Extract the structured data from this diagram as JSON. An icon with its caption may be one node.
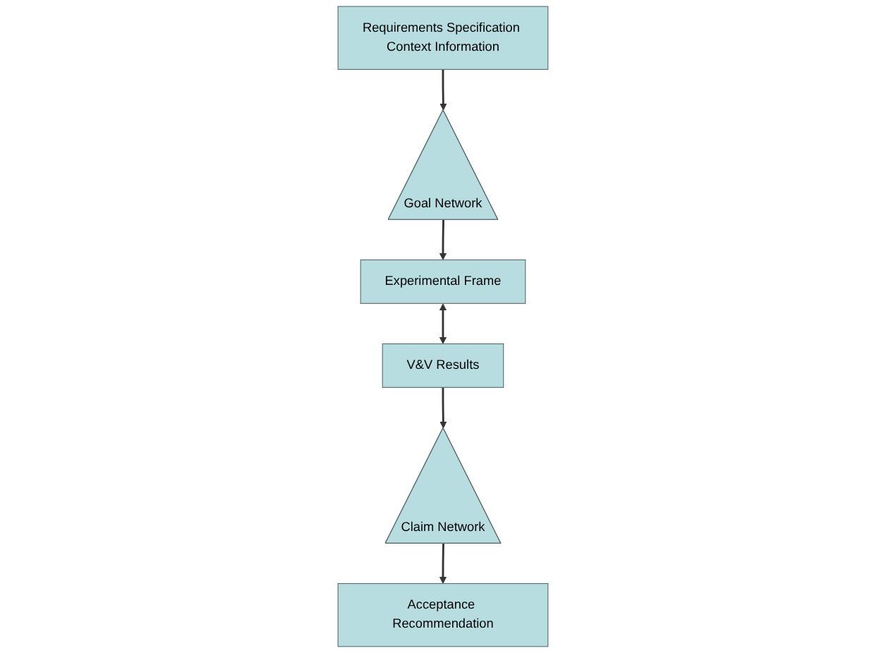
{
  "diagram": {
    "nodes": [
      {
        "text": [
          "Requirements Specification Context Information"
        ]
      },
      {
        "text": [
          "Acceptance Recommendation"
        ]
      },
      {
        "text": [
          "Goal Network"
        ]
      },
      {
        "text": [
          "Claim Network"
        ]
      },
      {
        "text": [
          "Experimental Frame"
        ]
      },
      {
        "text": [
          "V&V Results"
        ]
      }
    ],
    "edges": [
      {
        "from": 0,
        "to": 2,
        "arrow": "to"
      },
      {
        "from": 3,
        "to": 1,
        "arrow": "to"
      },
      {
        "from": 2,
        "to": 4,
        "arrow": "to"
      },
      {
        "from": 5,
        "to": 3,
        "arrow": "to"
      },
      {
        "from": 4,
        "to": 5,
        "arrow": "both"
      }
    ]
  }
}
